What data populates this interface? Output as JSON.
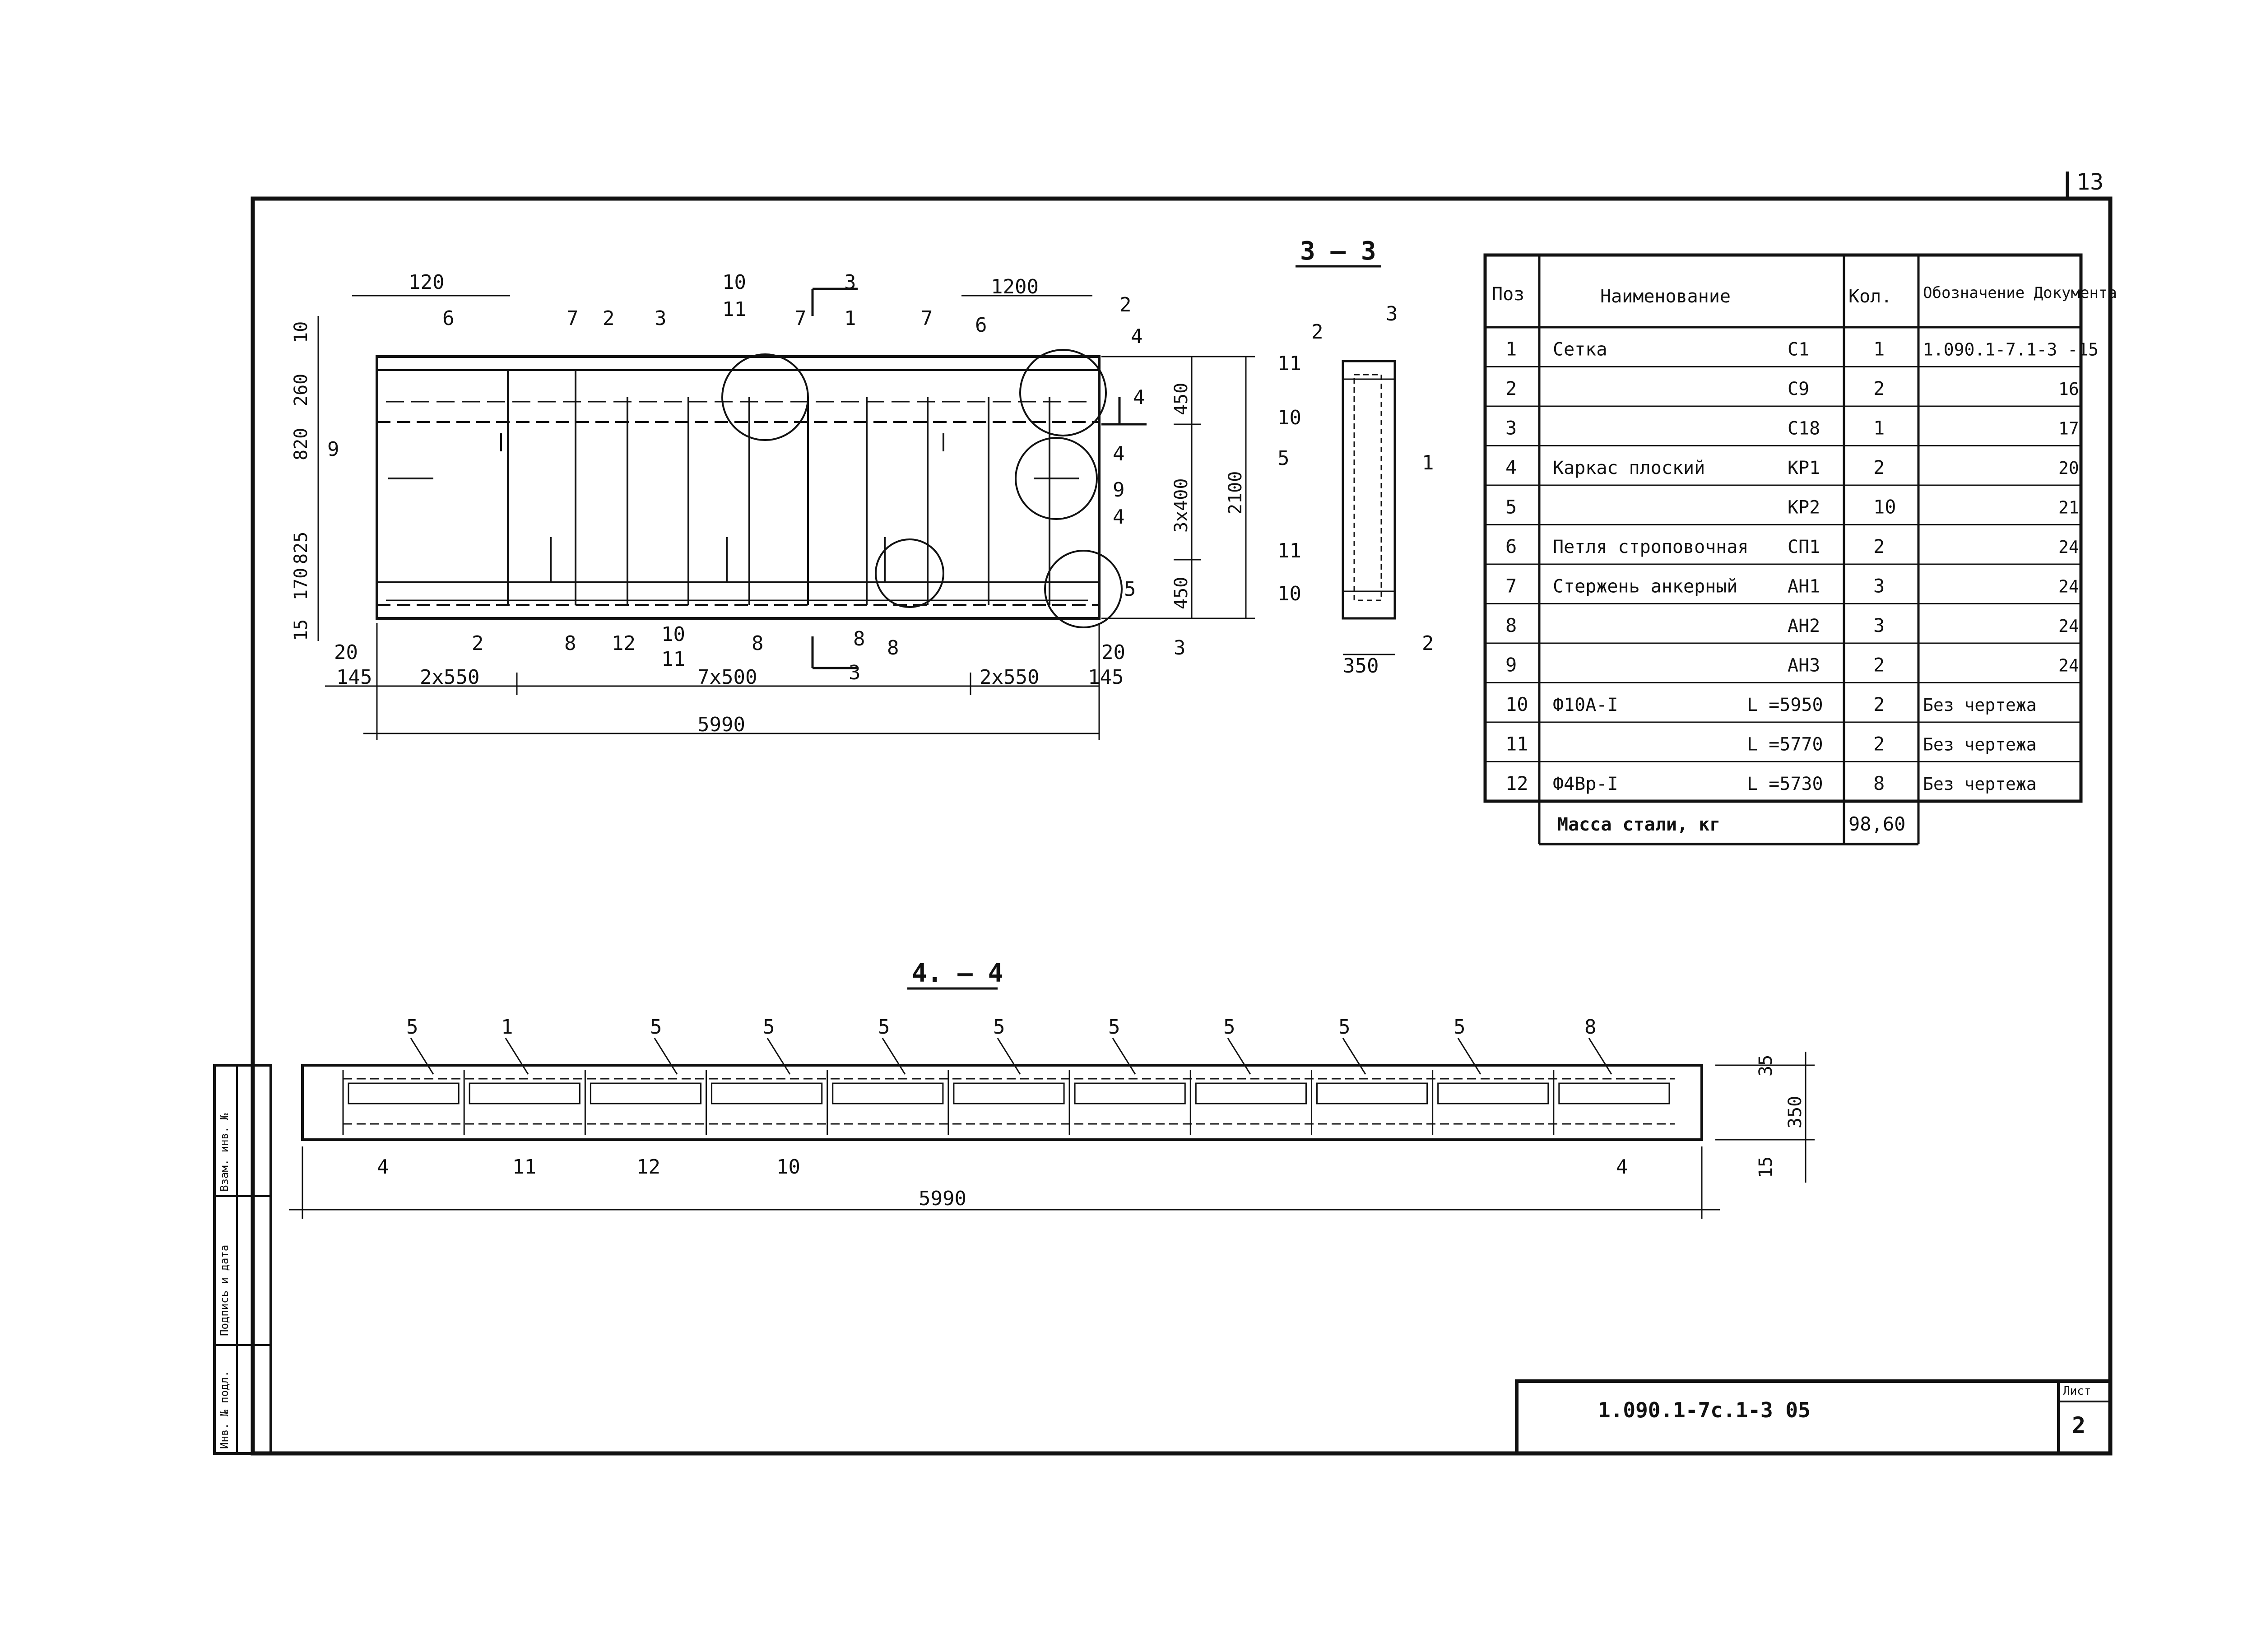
{
  "sheet": {
    "corner_number": "13",
    "stamp_code": "1.090.1-7c.1-3 05",
    "sheet_label": "Лист",
    "sheet_number": "2",
    "side_strip": [
      "Инв. № подл.",
      "Подпись и дата",
      "Взам. инв. №"
    ]
  },
  "plan_view": {
    "dims_top_left": [
      "120",
      "10"
    ],
    "dims_top_right": "1200",
    "dims_left": [
      "260",
      "10",
      "820",
      "825",
      "170",
      "15"
    ],
    "dims_right": [
      "450",
      "3x400",
      "450",
      "2100"
    ],
    "dims_bottom": [
      "20",
      "20",
      "145",
      "2x550",
      "7x500",
      "2x550",
      "145",
      "5990"
    ],
    "callouts": [
      "6",
      "7",
      "2",
      "3",
      "10",
      "11",
      "7",
      "1",
      "7",
      "6",
      "2",
      "4",
      "9",
      "4",
      "9",
      "4",
      "5",
      "3",
      "2",
      "8",
      "12",
      "10",
      "11",
      "8",
      "8",
      "8",
      "3",
      "3"
    ],
    "section_marks": [
      "3",
      "3",
      "4",
      "4"
    ]
  },
  "section_3_3": {
    "title": "3 – 3",
    "callouts": [
      "2",
      "3",
      "11",
      "10",
      "5",
      "1",
      "11",
      "10",
      "2"
    ],
    "width": "350"
  },
  "section_4_4": {
    "title": "4. – 4",
    "top_callouts": [
      "5",
      "1",
      "5",
      "5",
      "5",
      "5",
      "5",
      "5",
      "5",
      "5",
      "8"
    ],
    "bottom_callouts": [
      "4",
      "11",
      "12",
      "10",
      "4"
    ],
    "dims_right": [
      "35",
      "350",
      "15"
    ],
    "length": "5990"
  },
  "spec_table": {
    "headers": [
      "Поз",
      "Наименование",
      "Кол.",
      "Обозначение Документа"
    ],
    "rows": [
      {
        "pos": "1",
        "name": "Сетка",
        "mark": "С1",
        "qty": "1",
        "doc": "1.090.1-7.1-3 -15"
      },
      {
        "pos": "2",
        "name": "",
        "mark": "С9",
        "qty": "2",
        "doc": "16"
      },
      {
        "pos": "3",
        "name": "",
        "mark": "С18",
        "qty": "1",
        "doc": "17"
      },
      {
        "pos": "4",
        "name": "Каркас плоский",
        "mark": "КР1",
        "qty": "2",
        "doc": "20"
      },
      {
        "pos": "5",
        "name": "",
        "mark": "КР2",
        "qty": "10",
        "doc": "21"
      },
      {
        "pos": "6",
        "name": "Петля строповочная",
        "mark": "СП1",
        "qty": "2",
        "doc": "24"
      },
      {
        "pos": "7",
        "name": "Стержень анкерный",
        "mark": "АН1",
        "qty": "3",
        "doc": "24"
      },
      {
        "pos": "8",
        "name": "",
        "mark": "АН2",
        "qty": "3",
        "doc": "24"
      },
      {
        "pos": "9",
        "name": "",
        "mark": "АН3",
        "qty": "2",
        "doc": "24"
      },
      {
        "pos": "10",
        "name": "Ф10А-I",
        "mark": "L =5950",
        "qty": "2",
        "doc": "Без чертежа"
      },
      {
        "pos": "11",
        "name": "",
        "mark": "L =5770",
        "qty": "2",
        "doc": "Без чертежа"
      },
      {
        "pos": "12",
        "name": "Ф4Вр-I",
        "mark": "L =5730",
        "qty": "8",
        "doc": "Без чертежа"
      }
    ],
    "mass_label": "Масса стали, кг",
    "mass_value": "98,60"
  }
}
